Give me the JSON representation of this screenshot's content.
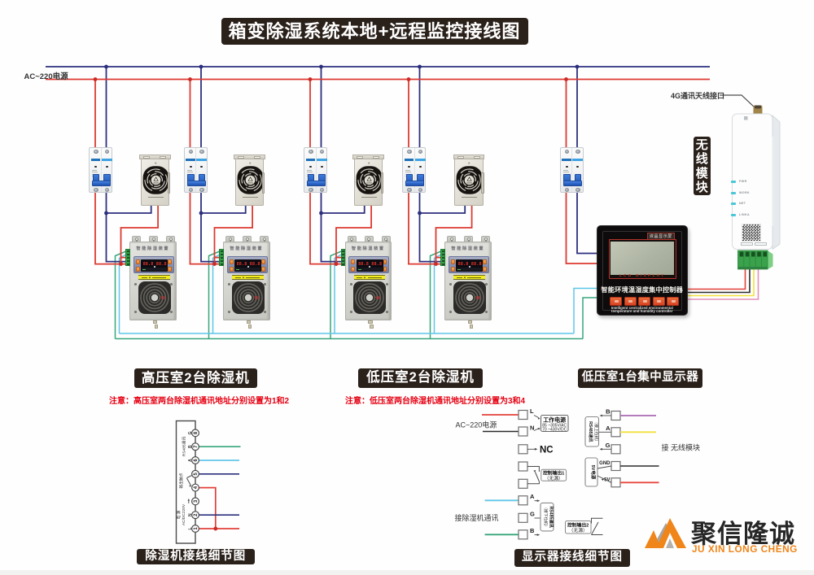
{
  "title": "箱变除湿系统本地+远程监控接线图",
  "power_label": "AC~220电源",
  "colors": {
    "live_wire": "#dd3a31",
    "neutral_wire": "#2c2f7d",
    "comm_a_wire": "#5fc6e8",
    "comm_b_wire": "#36a67c",
    "label_dark": "#2b211b",
    "note_red": "#e60012",
    "logo_orange": "#f08519"
  },
  "wireless": {
    "antenna_label": "4G通讯天线接口",
    "module_label": "无线模块",
    "leds": [
      "PWR",
      "WORK",
      "NET",
      "LINKA"
    ]
  },
  "controller": {
    "badge": "液晶显示屏",
    "lcd_text": "LCD DISPLAY",
    "name_cn": "智能环境温湿度集中控制器",
    "name_en_1": "Intelligent centralized environmental",
    "name_en_2": "temperature and humidity controller"
  },
  "dehumidifier": {
    "panel_title": "智能除湿装置",
    "display_left": "88.8",
    "display_right": "88.8"
  },
  "sections": {
    "hv": {
      "label": "高压室2台除湿机",
      "note": "注意：高压室两台除湿机通讯地址分别设置为1和2"
    },
    "lv": {
      "label": "低压室2台除湿机",
      "note": "注意：低压室两台除湿机通讯地址分别设置为3和4"
    },
    "display": {
      "label": "低压室1台集中显示器"
    }
  },
  "detail_dehum": {
    "caption": "除湿机接线细节图",
    "terminal_numbers": [
      "1",
      "2",
      "3",
      "4",
      "5",
      "6",
      "7",
      "8"
    ],
    "pin_l": "L",
    "pin_n": "N",
    "pin_a": "A",
    "pin_b": "B",
    "pin_g": "G",
    "group_rs485": "RS485通讯",
    "group_output": "输出触点",
    "group_power_1": "电 源",
    "group_power_2": "AC/DC220V"
  },
  "detail_display": {
    "caption": "显示器接线细节图",
    "ac_label": "AC~220电源",
    "pin_l": "L",
    "pin_n": "N",
    "nc": "NC",
    "power_box_title": "工作电源",
    "power_box_line1": "85 ~305V/AC",
    "power_box_line2": "70 ~430V/DC",
    "ctrl_out1_1": "控制输出1",
    "ctrl_out1_2": "（无源）",
    "pin_a": "A",
    "pin_g": "G",
    "pin_b": "B",
    "comm_label": "接除湿机通讯",
    "rs485_down_1": "（接下位机）",
    "rs485_down_2": "RS485通讯",
    "right": {
      "pin_b": "B",
      "pin_a": "A",
      "pin_g": "G",
      "rs485_up_1": "RS485通讯",
      "rs485_up_2": "（接上位机）",
      "wireless_note": "接 无线模块",
      "v5_label": "5V电源",
      "pin_gnd": "GND",
      "pin_5v": "+5V",
      "ctrl_out2_1": "控制输出2",
      "ctrl_out2_2": "（无源）"
    }
  },
  "logo": {
    "cn": "聚信隆诚",
    "en": "JU XIN LONG CHENG"
  }
}
